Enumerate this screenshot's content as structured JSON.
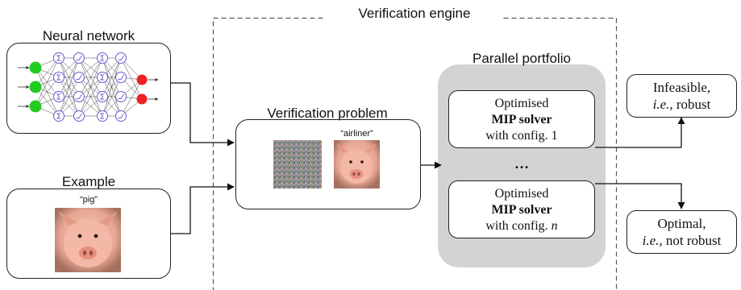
{
  "verification_engine": {
    "label": "Verification engine"
  },
  "neural_network": {
    "label": "Neural network"
  },
  "example": {
    "label": "Example",
    "image_caption": "“pig”"
  },
  "verification_problem": {
    "label": "Verification problem",
    "target_caption": "“airliner”"
  },
  "portfolio": {
    "label": "Parallel portfolio",
    "solver1": {
      "line1": "Optimised",
      "line2": "MIP solver",
      "line3_prefix": "with config. ",
      "line3_var": "1"
    },
    "ellipsis": "…",
    "solvern": {
      "line1": "Optimised",
      "line2": "MIP solver",
      "line3_prefix": "with config. ",
      "line3_var": "n"
    }
  },
  "result_infeasible": {
    "line1": "Infeasible,",
    "line2_italic": "i.e.,",
    "line2_rest": " robust"
  },
  "result_optimal": {
    "line1": "Optimal,",
    "line2_italic": "i.e.,",
    "line2_rest": " not robust"
  },
  "colors": {
    "input_node": "#22cc22",
    "output_node": "#ee2222",
    "hidden_node": "#6a5acd",
    "portfolio_bg": "#d3d3d3"
  }
}
